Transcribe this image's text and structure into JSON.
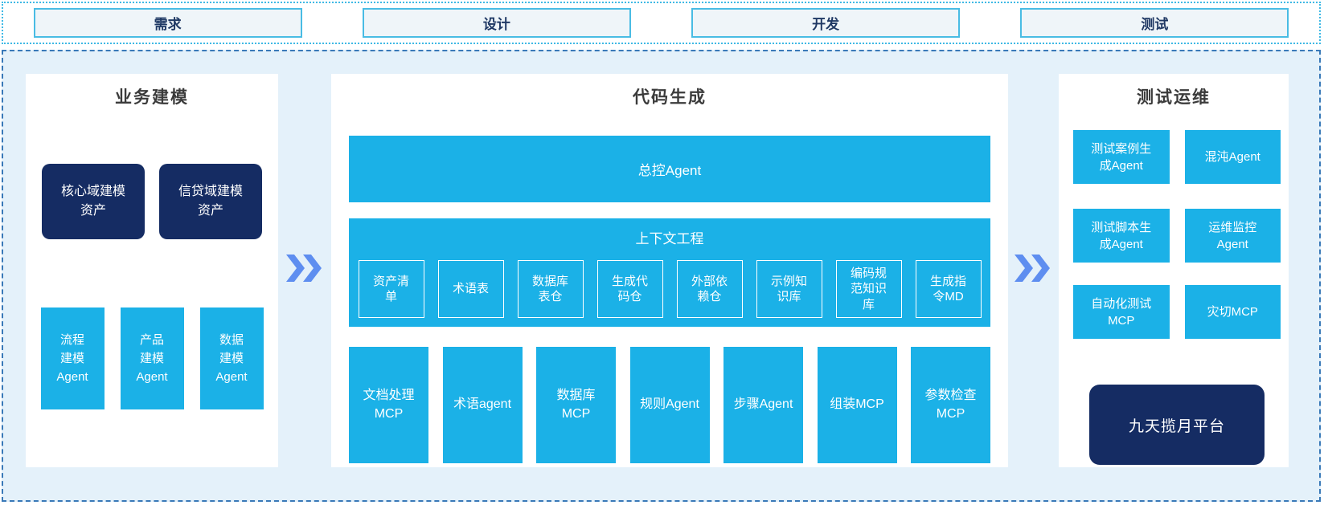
{
  "phases": {
    "items": [
      {
        "label": "需求"
      },
      {
        "label": "设计"
      },
      {
        "label": "开发"
      },
      {
        "label": "测试"
      }
    ]
  },
  "business_modeling": {
    "title": "业务建模",
    "asset_boxes": [
      {
        "label": "核心域建模\n资产"
      },
      {
        "label": "信贷域建模\n资产"
      }
    ],
    "agent_boxes": [
      {
        "label": "流程\n建模\nAgent"
      },
      {
        "label": "产品\n建模\nAgent"
      },
      {
        "label": "数据\n建模\nAgent"
      }
    ]
  },
  "code_generation": {
    "title": "代码生成",
    "master_agent_label": "总控Agent",
    "context_engineering": {
      "title": "上下文工程",
      "items": [
        {
          "label": "资产清\n单"
        },
        {
          "label": "术语表"
        },
        {
          "label": "数据库\n表仓"
        },
        {
          "label": "生成代\n码仓"
        },
        {
          "label": "外部依\n赖仓"
        },
        {
          "label": "示例知\n识库"
        },
        {
          "label": "编码规\n范知识\n库"
        },
        {
          "label": "生成指\n令MD"
        }
      ]
    },
    "tool_boxes": [
      {
        "label": "文档处理\nMCP"
      },
      {
        "label": "术语agent"
      },
      {
        "label": "数据库\nMCP"
      },
      {
        "label": "规则Agent"
      },
      {
        "label": "步骤Agent"
      },
      {
        "label": "组装MCP"
      },
      {
        "label": "参数检查\nMCP"
      }
    ]
  },
  "test_ops": {
    "title": "测试运维",
    "agent_boxes": [
      {
        "label": "测试案例生\n成Agent"
      },
      {
        "label": "混沌Agent"
      },
      {
        "label": "测试脚本生\n成Agent"
      },
      {
        "label": "运维监控\nAgent"
      },
      {
        "label": "自动化测试\nMCP"
      },
      {
        "label": "灾切MCP"
      }
    ],
    "platform_label": "九天揽月平台"
  },
  "colors": {
    "cyan": "#1BB1E7",
    "navy": "#152C63",
    "arrow_blue": "#5E8EF0",
    "container_bg": "#E4F1FA",
    "container_border": "#3979B8",
    "phase_box_bg": "#EFF5F9",
    "phase_box_border": "#49BCE4",
    "phase_text": "#1F3864",
    "title_text": "#3B3B3B"
  }
}
